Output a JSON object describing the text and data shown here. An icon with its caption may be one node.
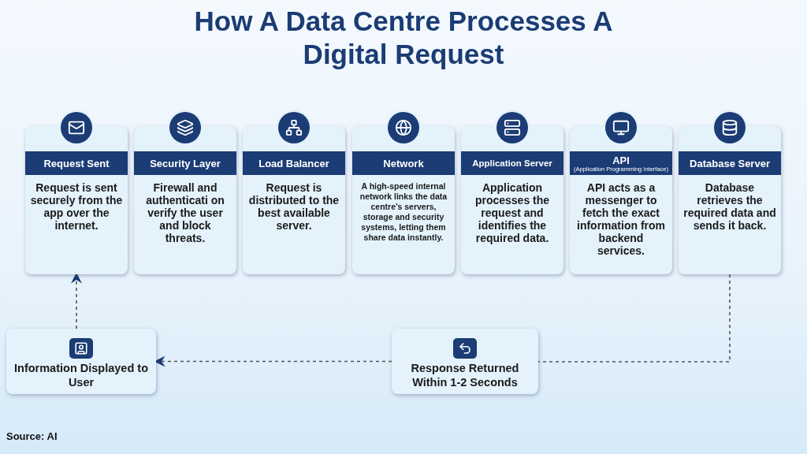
{
  "diagram": {
    "title": "How A Data Centre Processes A Digital Request",
    "nodes": [
      {
        "text": [
          "Request Sent",
          "Request is sent securely from the app over the internet."
        ]
      },
      {
        "text": [
          "Security Layer",
          "Firewall and authenticati on verify the user and block threats."
        ]
      },
      {
        "text": [
          "Load Balancer",
          "Request is distributed to the best available server."
        ]
      },
      {
        "text": [
          "Network",
          "A high-speed internal network links the data centre’s servers, storage and security systems, letting them share data instantly."
        ]
      },
      {
        "text": [
          "Application Server",
          "Application processes the request and identifies the required data."
        ]
      },
      {
        "text": [
          "API",
          "(Application Programming Interface)",
          "API acts as a messenger to fetch the exact information from backend services."
        ]
      },
      {
        "text": [
          "Database Server",
          "Database retrieves the required data and sends it back."
        ]
      },
      {
        "text": [
          "Response Returned Within 1-2 Seconds"
        ]
      },
      {
        "text": [
          "Information Displayed to User"
        ]
      }
    ],
    "edges": [
      {
        "from": 6,
        "to": 7,
        "arrow": "none",
        "style": "dashed"
      },
      {
        "from": 7,
        "to": 8,
        "arrow": "to",
        "style": "dashed"
      },
      {
        "from": 8,
        "to": 0,
        "arrow": "to",
        "style": "dashed"
      }
    ],
    "labels": [
      "Source: AI"
    ]
  }
}
